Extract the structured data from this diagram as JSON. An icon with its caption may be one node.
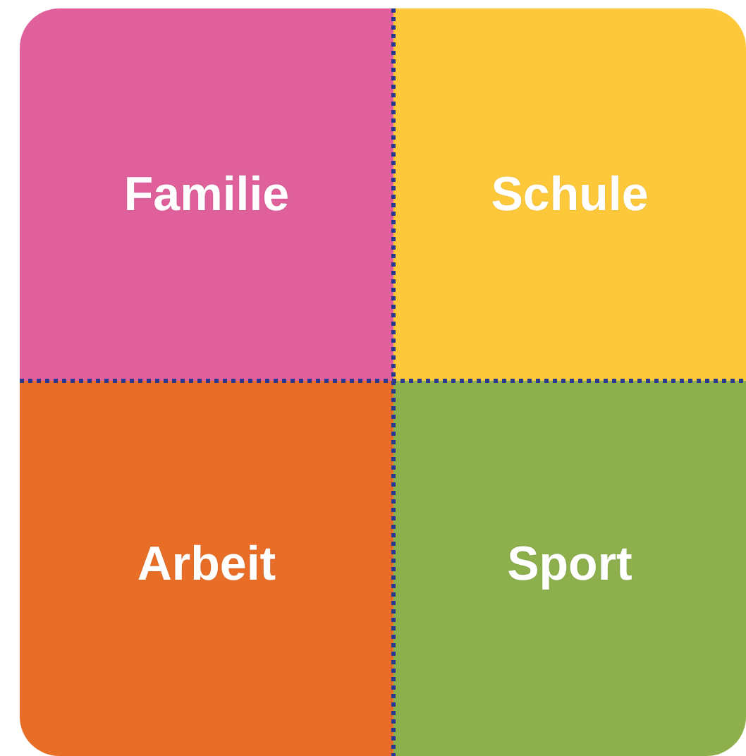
{
  "diagram": {
    "nodes": [
      {
        "text": [
          "Familie"
        ]
      },
      {
        "text": [
          "Schule"
        ]
      },
      {
        "text": [
          "Arbeit"
        ]
      },
      {
        "text": [
          "Sport"
        ]
      }
    ]
  }
}
